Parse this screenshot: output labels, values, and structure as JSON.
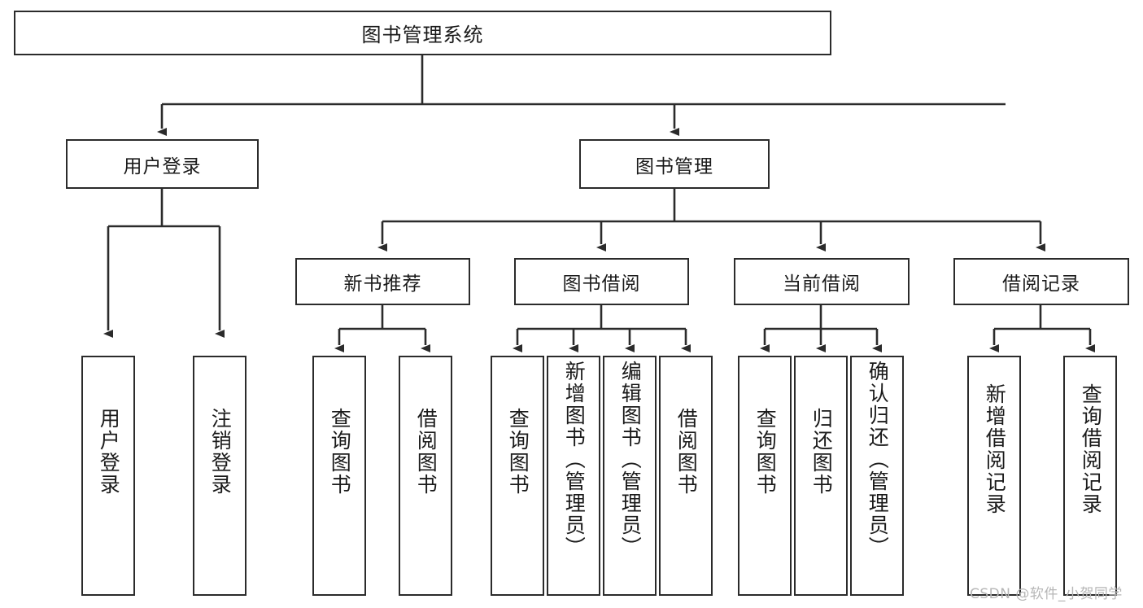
{
  "diagram": {
    "type": "tree-hierarchy",
    "title": "图书管理系统",
    "orientation": "top-down",
    "root": {
      "id": "root",
      "label": "图书管理系统"
    },
    "level1": [
      {
        "id": "user-login",
        "label": "用户登录"
      },
      {
        "id": "book-management",
        "label": "图书管理"
      }
    ],
    "level2": [
      {
        "id": "new-book-recommend",
        "label": "新书推荐",
        "parent": "book-management"
      },
      {
        "id": "book-borrow",
        "label": "图书借阅",
        "parent": "book-management"
      },
      {
        "id": "current-borrow",
        "label": "当前借阅",
        "parent": "book-management"
      },
      {
        "id": "borrow-record",
        "label": "借阅记录",
        "parent": "book-management"
      }
    ],
    "leaves": {
      "user-login": [
        {
          "id": "leaf-user-login",
          "label": "用户登录"
        },
        {
          "id": "leaf-logout",
          "label": "注销登录"
        }
      ],
      "new-book-recommend": [
        {
          "id": "leaf-query-book-1",
          "label": "查询图书"
        },
        {
          "id": "leaf-borrow-book-1",
          "label": "借阅图书"
        }
      ],
      "book-borrow": [
        {
          "id": "leaf-query-book-2",
          "label": "查询图书"
        },
        {
          "id": "leaf-add-book",
          "label": "新增图书（管理员）"
        },
        {
          "id": "leaf-edit-book",
          "label": "编辑图书（管理员）"
        },
        {
          "id": "leaf-borrow-book-2",
          "label": "借阅图书"
        }
      ],
      "current-borrow": [
        {
          "id": "leaf-query-book-3",
          "label": "查询图书"
        },
        {
          "id": "leaf-return-book",
          "label": "归还图书"
        },
        {
          "id": "leaf-confirm-return",
          "label": "确认归还（管理员）"
        }
      ],
      "borrow-record": [
        {
          "id": "leaf-add-record",
          "label": "新增借阅记录"
        },
        {
          "id": "leaf-query-record",
          "label": "查询借阅记录"
        }
      ]
    },
    "colors": {
      "stroke": "#2b2b2b",
      "fill": "#ffffff",
      "text": "#1a1a1a",
      "watermark": "#b6b6b6"
    }
  },
  "watermark": {
    "text": "CSDN @软件_小贺同学"
  }
}
